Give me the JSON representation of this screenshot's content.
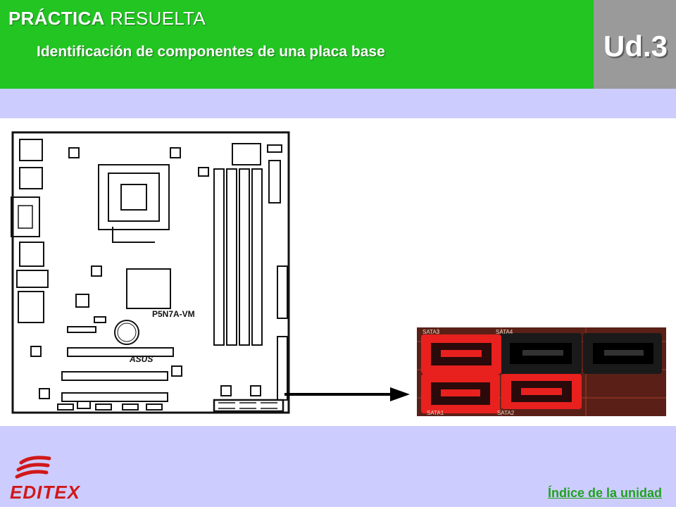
{
  "header": {
    "title_strong": "PRÁCTICA",
    "title_rest": "RESUELTA",
    "subtitle": "Identificación de componentes de una placa base",
    "unit": "Ud.3"
  },
  "board": {
    "model_label": "P5N7A-VM",
    "brand_label": "ASUS"
  },
  "sata": {
    "port_labels": [
      "SATA3",
      "SATA4",
      "SATA1",
      "SATA2"
    ]
  },
  "footer": {
    "logo_text": "EDITEX",
    "index_link": "Índice de la unidad"
  },
  "colors": {
    "header_green": "#22c522",
    "unit_gray": "#9a9a9a",
    "page_lavender": "#ccccff",
    "sata_red": "#e8211f",
    "logo_red": "#d01818",
    "link_green": "#1fa21f"
  }
}
